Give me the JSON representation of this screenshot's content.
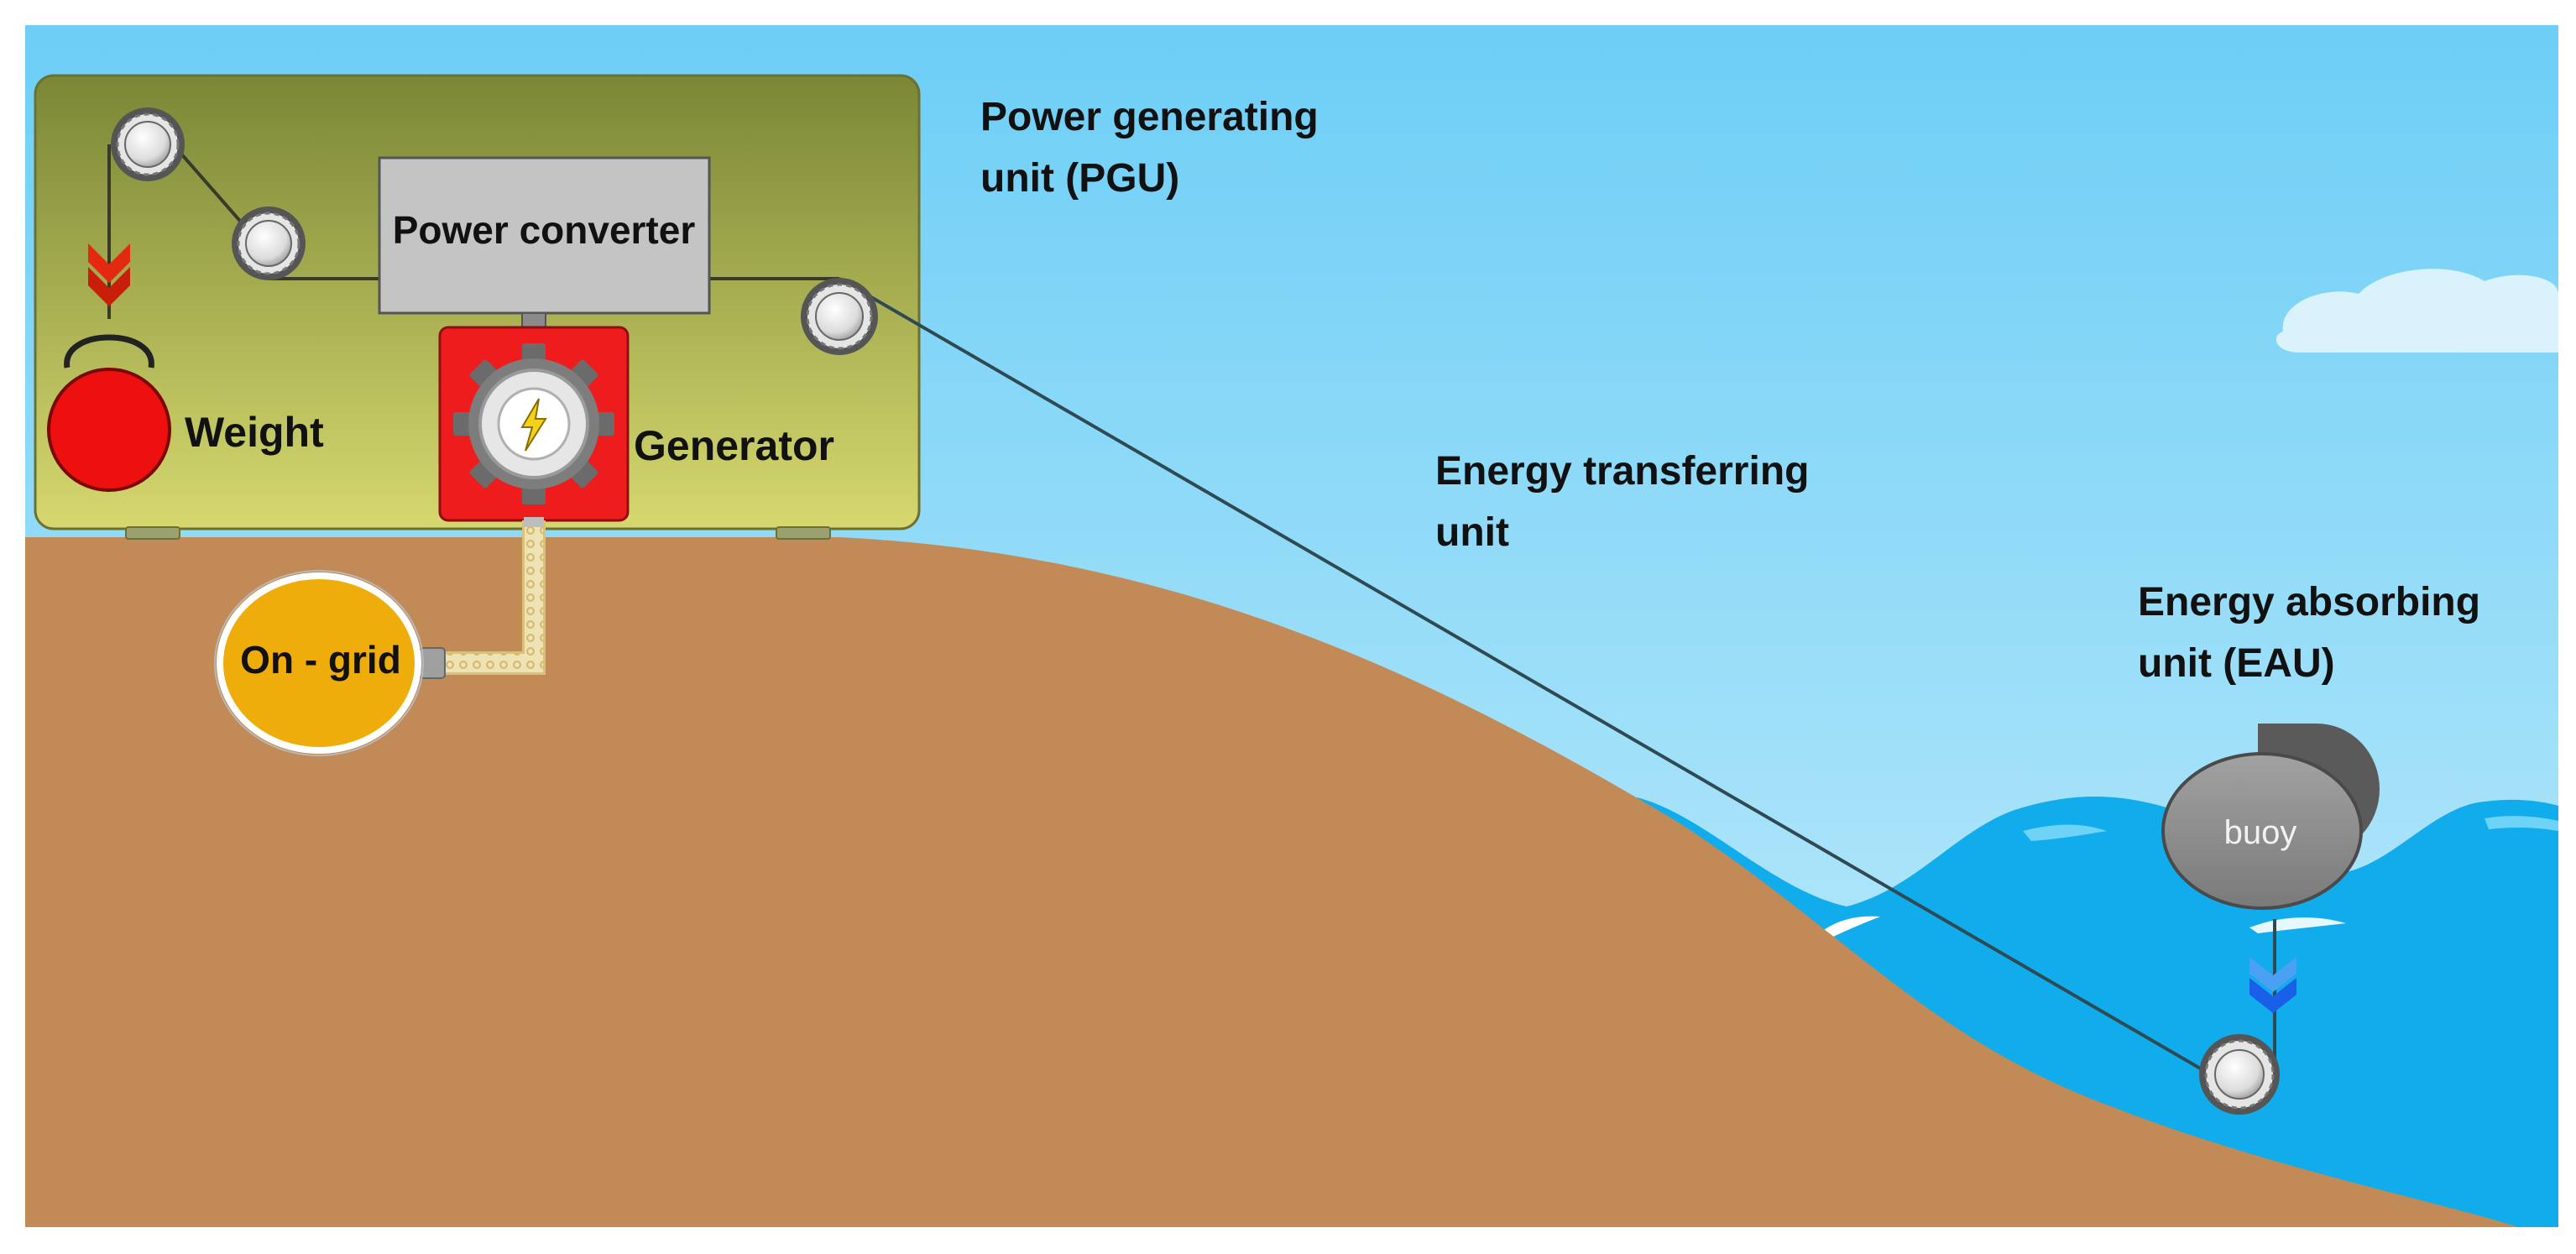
{
  "diagram": {
    "labels": {
      "power_generating_unit_line1": "Power generating",
      "power_generating_unit_line2": "unit (PGU)",
      "energy_transferring_unit_line1": "Energy transferring",
      "energy_transferring_unit_line2": "unit",
      "energy_absorbing_unit_line1": "Energy absorbing",
      "energy_absorbing_unit_line2": "unit (EAU)"
    },
    "components": {
      "power_converter": "Power converter",
      "weight": "Weight",
      "generator": "Generator",
      "on_grid": "On - grid",
      "buoy": "buoy"
    }
  },
  "colors": {
    "sky_top": "#6fcff6",
    "sky_bottom": "#bdeafb",
    "ground": "#c28a56",
    "sea": "#13aeee",
    "pgu_panel_top": "#7e8a38",
    "pgu_panel_bottom": "#d4d66c",
    "weight": "#ee0f0f",
    "generator_box": "#ee1c1c",
    "on_grid": "#efad0c",
    "buoy": "#8a8a8a",
    "arrow_down_weight": "#e32a10",
    "arrow_down_buoy": "#1a5fe8"
  },
  "icons": [
    "pulley-icon",
    "gear-icon",
    "lightning-icon",
    "arrow-down-icon",
    "cloud-icon"
  ]
}
